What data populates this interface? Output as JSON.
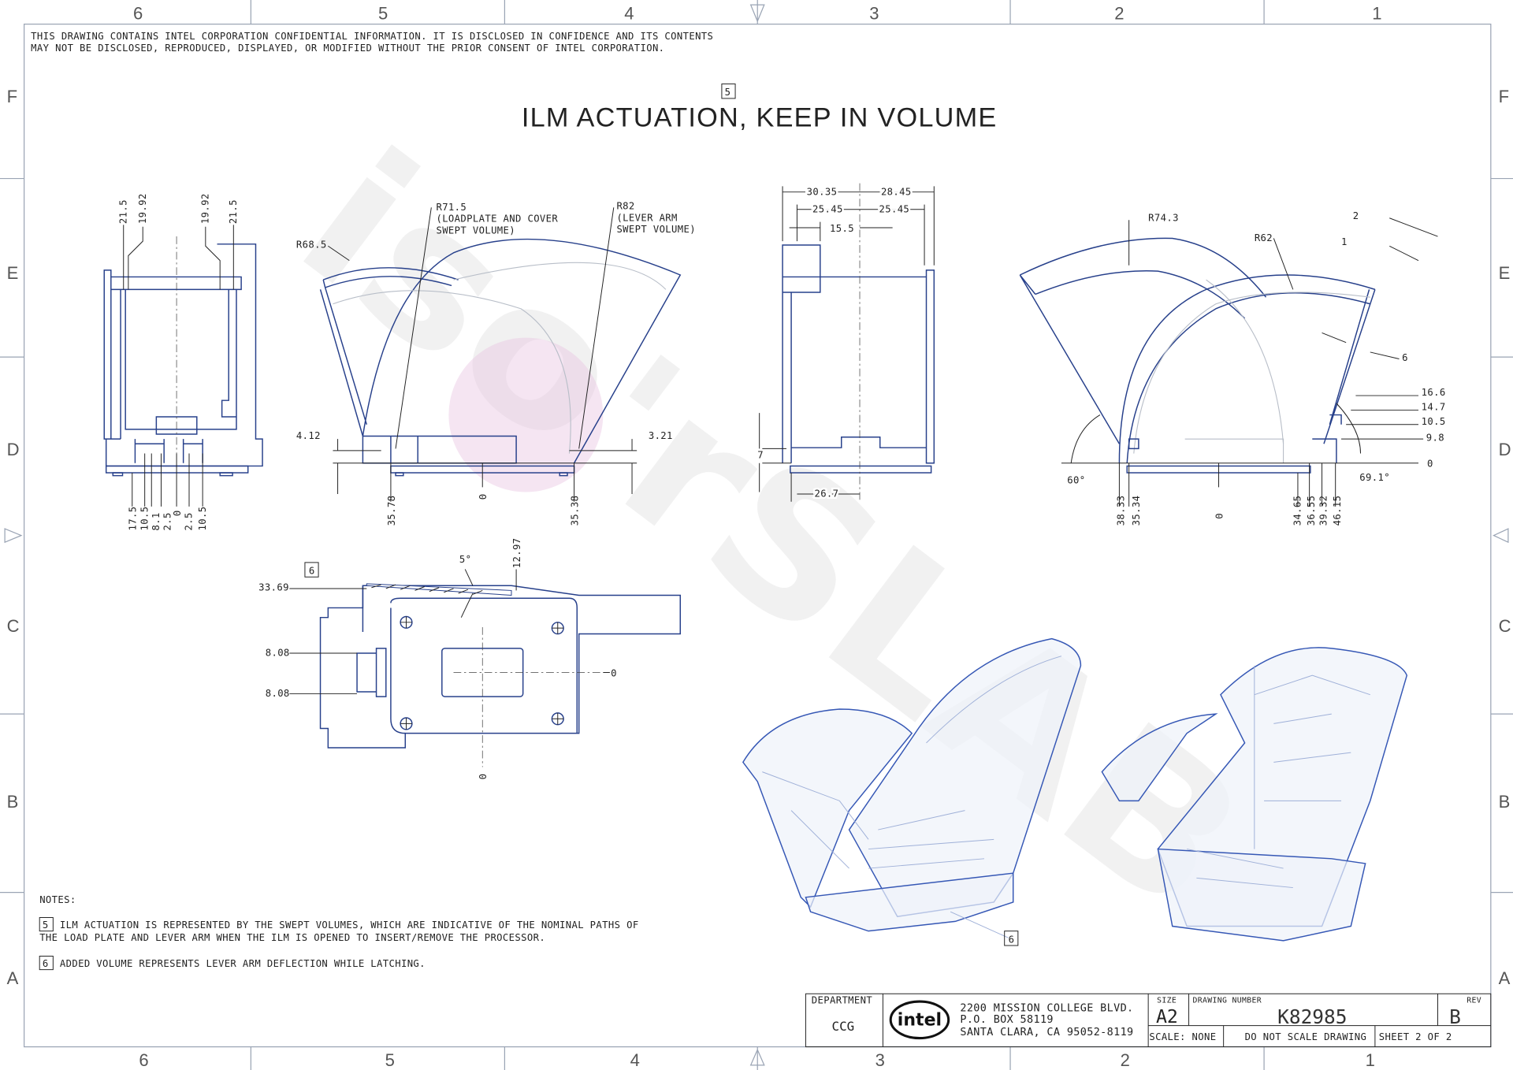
{
  "watermark": "iso'rSLAB",
  "confidential": [
    "THIS DRAWING CONTAINS INTEL CORPORATION CONFIDENTIAL INFORMATION. IT IS DISCLOSED IN CONFIDENCE AND ITS CONTENTS",
    "MAY NOT BE DISCLOSED, REPRODUCED, DISPLAYED, OR MODIFIED WITHOUT THE PRIOR CONSENT OF INTEL CORPORATION."
  ],
  "zones": {
    "columns": [
      "6",
      "5",
      "4",
      "3",
      "2",
      "1"
    ],
    "rows": [
      "F",
      "E",
      "D",
      "C",
      "B",
      "A"
    ]
  },
  "title": {
    "note_ref": "5",
    "text": "ILM ACTUATION, KEEP IN VOLUME"
  },
  "front_view": {
    "top_dims": [
      "21.5",
      "19.92",
      "19.92",
      "21.5"
    ],
    "bottom_dims": [
      "17.5",
      "10.5",
      "8.1",
      "2.5",
      "0",
      "2.5",
      "10.5"
    ]
  },
  "side_view": {
    "r_cover": "R68.5",
    "r_loadplate": "R71.5",
    "r_loadplate_note": [
      "(LOADPLATE AND COVER",
      "SWEPT VOLUME)"
    ],
    "r_lever": "R82",
    "r_lever_note": [
      "(LEVER ARM",
      "SWEPT VOLUME)"
    ],
    "h_left": "4.12",
    "h_right": "3.21",
    "bottom_dims": [
      "35.78",
      "0",
      "35.38"
    ]
  },
  "end_view": {
    "dims": [
      "30.35",
      "28.45",
      "25.45",
      "25.45",
      "15.5",
      "7",
      "26.7"
    ]
  },
  "lever_view": {
    "r_outer": "R74.3",
    "r_inner": "R62",
    "thick_2": "2",
    "thick_1": "1",
    "width_6": "6",
    "right_dims": [
      "16.6",
      "14.7",
      "10.5",
      "9.8",
      "0"
    ],
    "angle_left": "60°",
    "angle_right": "69.1°",
    "bottom_dims": [
      "38.33",
      "35.34",
      "0",
      "34.65",
      "36.55",
      "39.32",
      "46.15"
    ]
  },
  "top_view": {
    "note_ref": "6",
    "angle": "5°",
    "dim_12": "12.97",
    "dim_33": "33.69",
    "dim_8a": "8.08",
    "dim_8b": "8.08",
    "zero_h": "0",
    "zero_v": "0"
  },
  "iso_view": {
    "note_ref": "6"
  },
  "notes": {
    "heading": "NOTES:",
    "items": [
      {
        "ref": "5",
        "lines": [
          "ILM ACTUATION IS REPRESENTED BY THE SWEPT VOLUMES, WHICH ARE INDICATIVE OF THE NOMINAL PATHS OF",
          "THE LOAD PLATE AND LEVER ARM WHEN THE ILM IS OPENED TO INSERT/REMOVE THE PROCESSOR."
        ]
      },
      {
        "ref": "6",
        "lines": [
          "ADDED VOLUME REPRESENTS LEVER ARM DEFLECTION WHILE LATCHING."
        ]
      }
    ]
  },
  "title_block": {
    "department_label": "DEPARTMENT",
    "department": "CCG",
    "logo": "intel",
    "address": [
      "2200 MISSION COLLEGE BLVD.",
      "P.O. BOX 58119",
      "SANTA CLARA, CA 95052-8119"
    ],
    "size_label": "SIZE",
    "size": "A2",
    "drawing_number_label": "DRAWING NUMBER",
    "drawing_number": "K82985",
    "rev_label": "REV",
    "rev": "B",
    "scale": "SCALE: NONE",
    "do_not_scale": "DO NOT SCALE DRAWING",
    "sheet": "SHEET 2 OF 2"
  }
}
